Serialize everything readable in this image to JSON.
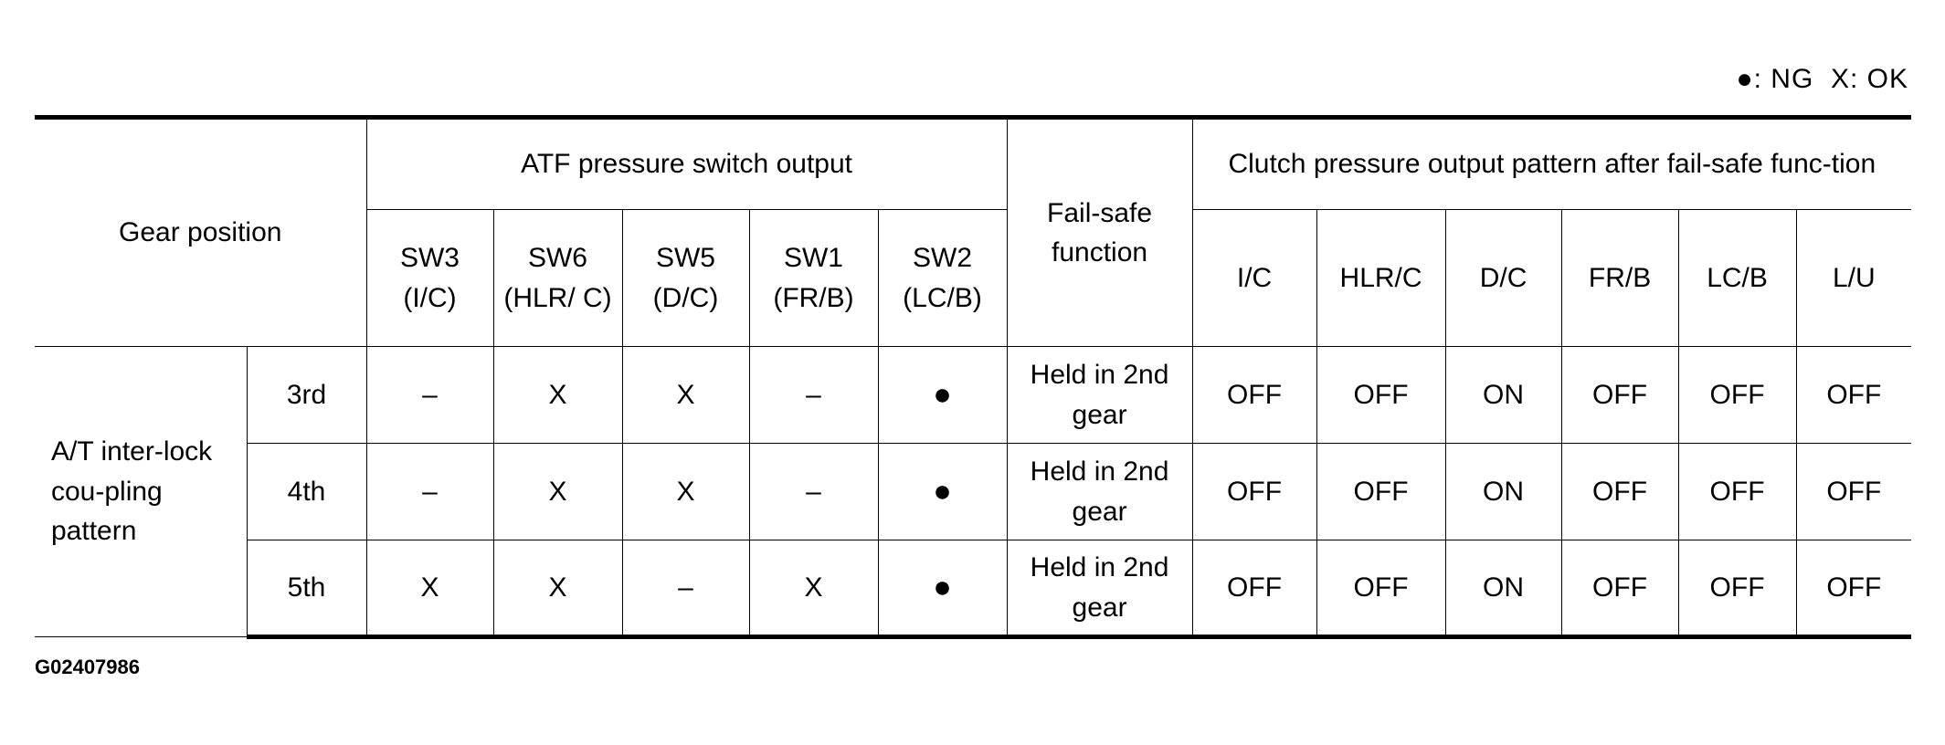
{
  "legend": {
    "ng_symbol": "●",
    "ng_text": ": NG",
    "ok_text": "X: OK"
  },
  "header": {
    "gear_position": "Gear position",
    "atf_group": "ATF pressure switch output",
    "failsafe": "Fail-safe function",
    "clutch_group": "Clutch pressure output pattern after fail-safe func-tion",
    "switches": [
      "SW3 (I/C)",
      "SW6 (HLR/ C)",
      "SW5 (D/C)",
      "SW1 (FR/B)",
      "SW2 (LC/B)"
    ],
    "clutches": [
      "I/C",
      "HLR/C",
      "D/C",
      "FR/B",
      "LC/B",
      "L/U"
    ]
  },
  "row_group_label": "A/T inter-lock cou-pling pattern",
  "rows": [
    {
      "gear": "3rd",
      "switches": [
        "–",
        "X",
        "X",
        "–",
        "●"
      ],
      "failsafe": "Held in 2nd gear",
      "clutches": [
        "OFF",
        "OFF",
        "ON",
        "OFF",
        "OFF",
        "OFF"
      ]
    },
    {
      "gear": "4th",
      "switches": [
        "–",
        "X",
        "X",
        "–",
        "●"
      ],
      "failsafe": "Held in 2nd gear",
      "clutches": [
        "OFF",
        "OFF",
        "ON",
        "OFF",
        "OFF",
        "OFF"
      ]
    },
    {
      "gear": "5th",
      "switches": [
        "X",
        "X",
        "–",
        "X",
        "●"
      ],
      "failsafe": "Held in 2nd gear",
      "clutches": [
        "OFF",
        "OFF",
        "ON",
        "OFF",
        "OFF",
        "OFF"
      ]
    }
  ],
  "figure_code": "G02407986"
}
